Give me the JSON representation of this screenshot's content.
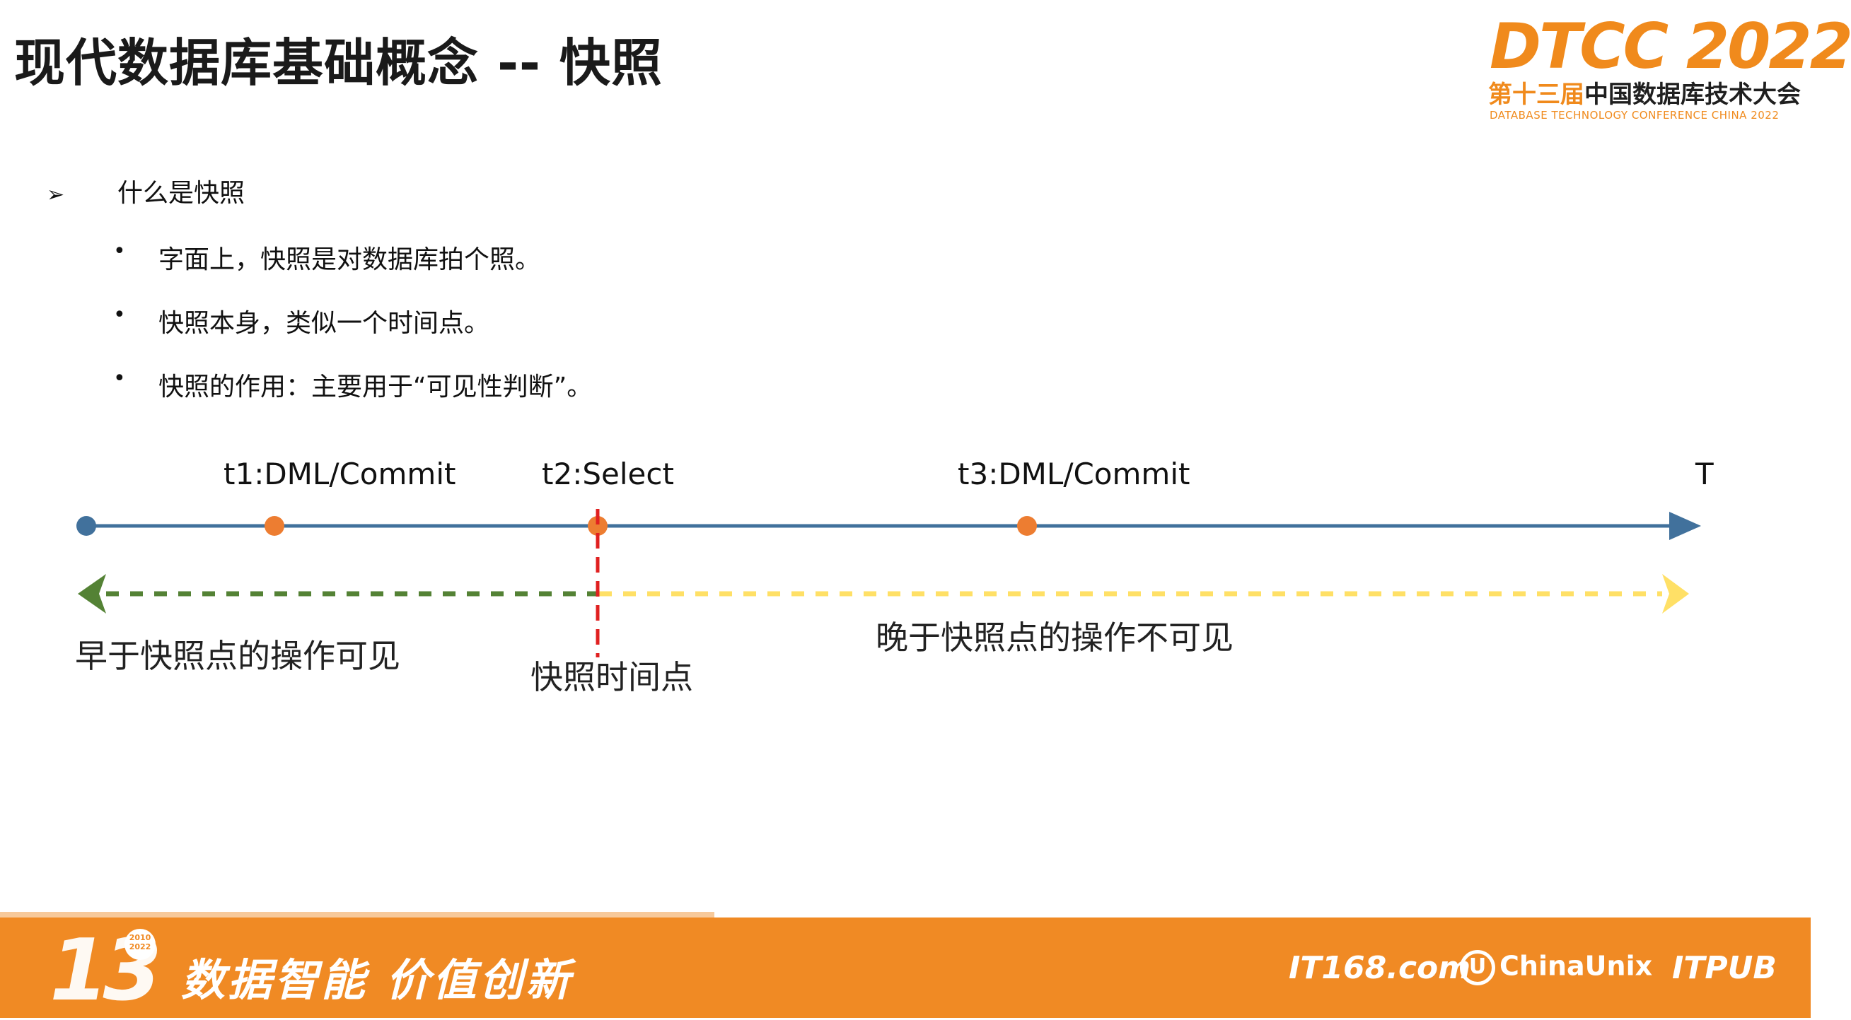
{
  "title": "现代数据库基础概念 -- 快照",
  "logo": {
    "main": "DTCC 2022",
    "sub_orange": "第十三届",
    "sub_dark": "中国数据库技术大会",
    "english": "DATABASE TECHNOLOGY CONFERENCE CHINA 2022"
  },
  "content": {
    "heading_marker": "➢",
    "heading": "什么是快照",
    "bullet_marker": "•",
    "bullets": [
      "字面上，快照是对数据库拍个照。",
      "快照本身，类似一个时间点。",
      "快照的作用：主要用于“可见性判断”。"
    ]
  },
  "timeline": {
    "events": [
      {
        "label": "t1:DML/Commit"
      },
      {
        "label": "t2:Select"
      },
      {
        "label": "t3:DML/Commit"
      }
    ],
    "axis_label": "T",
    "visible_label": "早于快照点的操作可见",
    "invisible_label": "晚于快照点的操作不可见",
    "snapshot_label": "快照时间点",
    "colors": {
      "axis": "#41719c",
      "event_dot": "#ed7d31",
      "start_dot": "#41719c",
      "visible_arrow": "#548235",
      "invisible_arrow": "#ffe066",
      "snapshot_line": "#e02020"
    }
  },
  "footer": {
    "number": "13",
    "badge_top": "2010",
    "badge_bottom": "2022",
    "slogan": "数据智能  价值创新",
    "partners": [
      "IT168.com",
      "ChinaUnix",
      "ITPUB"
    ]
  }
}
